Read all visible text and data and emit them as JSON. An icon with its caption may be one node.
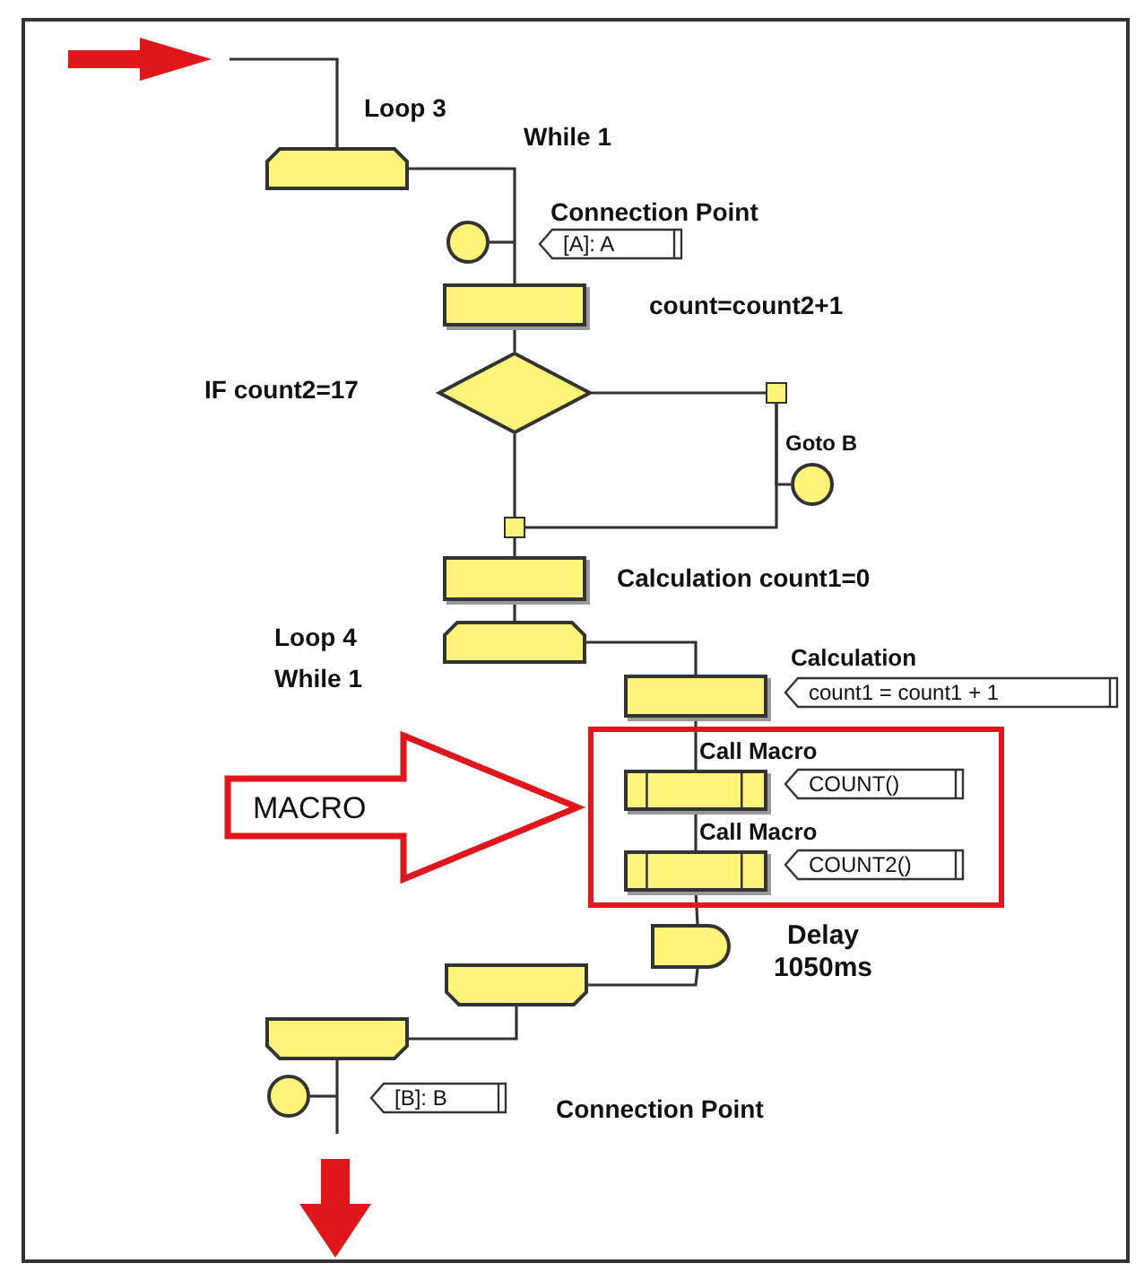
{
  "diagram": {
    "nodes": [
      {
        "text": [],
        "shape": "trapezoid",
        "beside": [
          "Loop 3",
          "While 1"
        ]
      },
      {
        "text": [],
        "shape": "circle"
      },
      {
        "text": [
          "[A]: A"
        ]
      },
      {
        "text": [],
        "shape": "box"
      },
      {
        "text": [],
        "shape": "diamond",
        "beside": [
          "IF count2=17"
        ]
      },
      {
        "text": [],
        "shape": "box"
      },
      {
        "text": [],
        "shape": "circle",
        "beside": [
          "Goto B"
        ]
      },
      {
        "text": [],
        "shape": "box"
      },
      {
        "text": [],
        "shape": "box",
        "beside": [
          "Calculation count1=0"
        ]
      },
      {
        "text": [],
        "shape": "trapezoid",
        "beside": [
          "Loop 4",
          "While 1"
        ]
      },
      {
        "text": [],
        "shape": "box",
        "beside": [
          "Calculation"
        ]
      },
      {
        "text": [
          "count1 = count1 + 1"
        ]
      },
      {
        "text": [],
        "shape": "box"
      },
      {
        "text": [],
        "shape": "box",
        "in": 12,
        "beside": [
          "Call Macro"
        ]
      },
      {
        "text": [
          "COUNT()"
        ],
        "in": 12
      },
      {
        "text": [],
        "shape": "box",
        "in": 12,
        "beside": [
          "Call Macro"
        ]
      },
      {
        "text": [
          "COUNT2()"
        ],
        "in": 12
      },
      {
        "text": [],
        "shape": "box",
        "beside": [
          "Delay 1050ms"
        ]
      },
      {
        "text": [],
        "shape": "trapezoid"
      },
      {
        "text": [],
        "shape": "trapezoid"
      },
      {
        "text": [],
        "shape": "circle"
      },
      {
        "text": [
          "[B]: B"
        ]
      },
      {
        "text": [
          "MACRO"
        ]
      }
    ],
    "labels": [
      "Connection Point",
      "count=count2+1",
      "Connection Point"
    ],
    "edges": [
      {
        "from": null,
        "to": 0,
        "arrow": "none"
      },
      {
        "from": 0,
        "to": 3,
        "arrow": "none"
      },
      {
        "from": 1,
        "to": null,
        "arrow": "none"
      },
      {
        "from": 3,
        "to": 4,
        "arrow": "none"
      },
      {
        "from": 4,
        "to": 5,
        "arrow": "none"
      },
      {
        "from": 5,
        "to": 6,
        "arrow": "none"
      },
      {
        "from": 5,
        "to": 7,
        "arrow": "none"
      },
      {
        "from": 4,
        "to": 7,
        "arrow": "none"
      },
      {
        "from": 7,
        "to": 8,
        "arrow": "none"
      },
      {
        "from": 8,
        "to": 9,
        "arrow": "none"
      },
      {
        "from": 9,
        "to": 10,
        "arrow": "none"
      },
      {
        "from": 10,
        "to": 13,
        "arrow": "none"
      },
      {
        "from": 13,
        "to": 15,
        "arrow": "none"
      },
      {
        "from": 15,
        "to": 17,
        "arrow": "none"
      },
      {
        "from": 17,
        "to": 18,
        "arrow": "none"
      },
      {
        "from": 18,
        "to": 19,
        "arrow": "none"
      },
      {
        "from": 19,
        "to": null,
        "arrow": "none"
      },
      {
        "from": 20,
        "to": null,
        "arrow": "none"
      }
    ]
  }
}
